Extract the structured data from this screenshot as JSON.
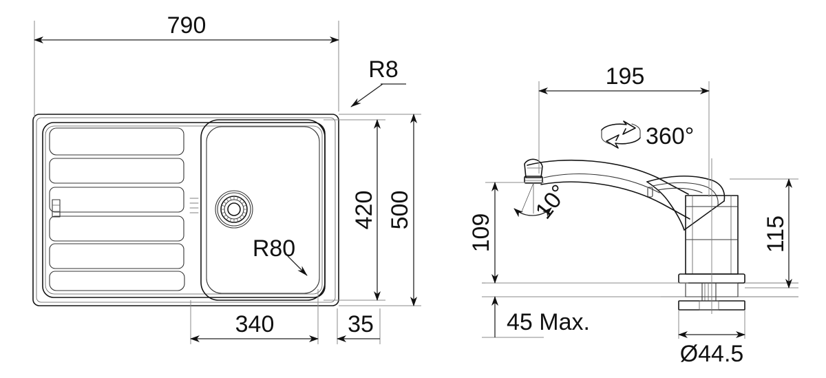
{
  "drawing": {
    "title": "Kitchen sink and mixer tap technical dimension drawing",
    "units": "mm",
    "line_color": "#141414",
    "dim_color": "#222222",
    "ext_color": "#8a8a8a",
    "background": "#ffffff"
  },
  "sink": {
    "name": "Inset kitchen sink with left drainer, plan view",
    "dimensions": {
      "overall_width": "790",
      "overall_depth": "500",
      "bowl_depth": "420",
      "bowl_width": "340",
      "right_margin": "35",
      "corner_radius_outer": "R8",
      "corner_radius_bowl": "R80"
    },
    "features": {
      "drainer_grooves": 6,
      "overflow_label": "overflow-slot",
      "waste_label": "basket-strainer-waste"
    }
  },
  "tap": {
    "name": "Single lever mixer tap, side elevation",
    "dimensions": {
      "spout_reach": "195",
      "spout_height": "109",
      "body_height": "115",
      "worktop_thickness": "45 Max.",
      "base_diameter": "Ø44.5",
      "aerator_angle": "10°",
      "swivel_range": "360°"
    }
  },
  "labels": {
    "width_790": "790",
    "radius_r8": "R8",
    "depth_500": "500",
    "bowl_depth_420": "420",
    "bowl_radius_r80": "R80",
    "bowl_width_340": "340",
    "margin_35": "35",
    "reach_195": "195",
    "swivel_360": "360°",
    "angle_10": "10°",
    "height_109": "109",
    "height_115": "115",
    "worktop_45": "45 Max.",
    "diameter_445": "Ø44.5"
  }
}
